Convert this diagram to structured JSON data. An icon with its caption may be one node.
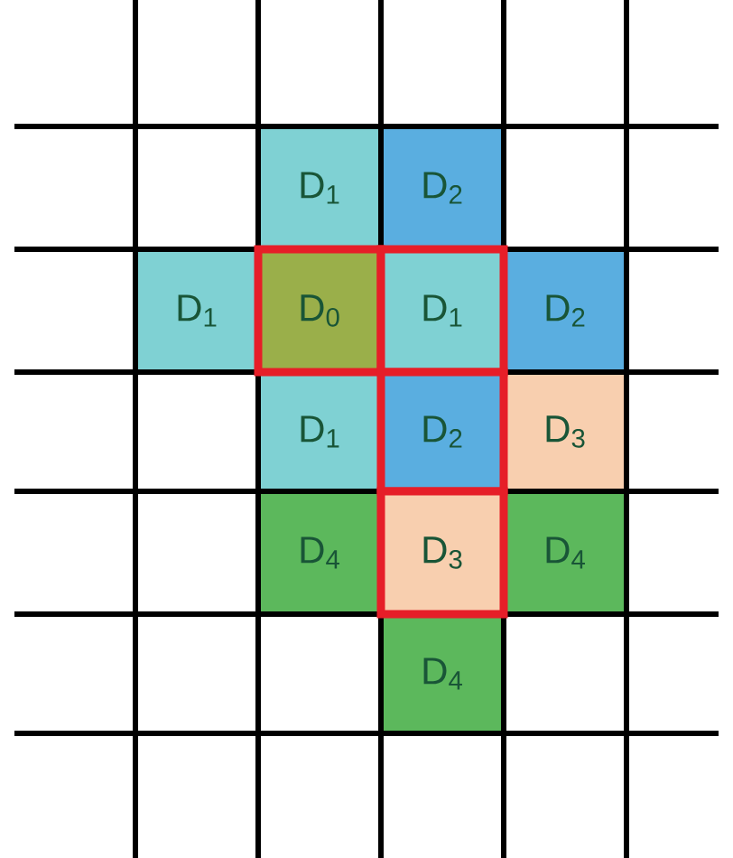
{
  "diagram": {
    "nodes": [
      {
        "text": [
          "D$_{1}$"
        ]
      },
      {
        "text": [
          "D$_{2}$"
        ]
      },
      {
        "text": [
          "D$_{1}$"
        ]
      },
      {
        "text": [
          "D$_{0}$"
        ]
      },
      {
        "text": [
          "D$_{1}$"
        ]
      },
      {
        "text": [
          "D$_{2}$"
        ]
      },
      {
        "text": [
          "D$_{1}$"
        ]
      },
      {
        "text": [
          "D$_{2}$"
        ]
      },
      {
        "text": [
          "D$_{3}$"
        ]
      },
      {
        "text": [
          "D$_{4}$"
        ]
      },
      {
        "text": [
          "D$_{3}$"
        ]
      },
      {
        "text": [
          "D$_{4}$"
        ]
      },
      {
        "text": [
          "D$_{4}$"
        ]
      }
    ],
    "edges": []
  }
}
